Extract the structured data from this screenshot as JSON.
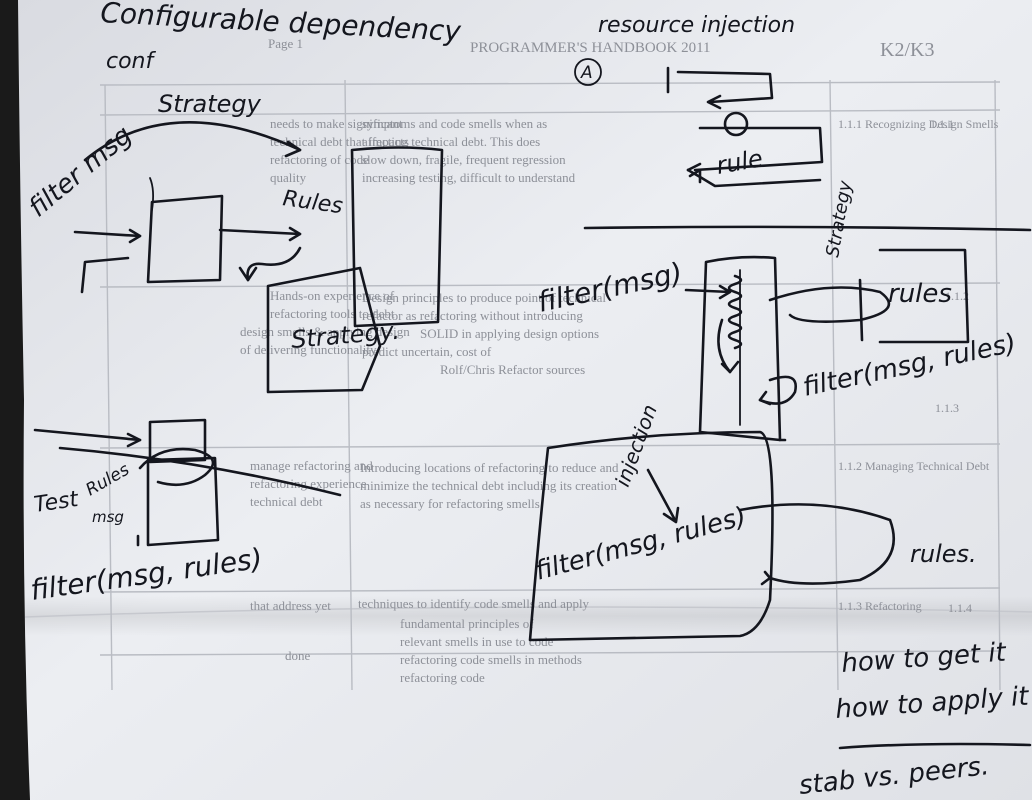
{
  "colors": {
    "paper": "#e8e9ed",
    "ink": "#14161e",
    "printed_text": "#8d9098",
    "background": "#1a1a1a"
  },
  "notes": {
    "top_left_heading": "Configurable dependency",
    "top_left_sub": "conf",
    "left_strategy_arc": "Strategy",
    "left_filter_label": "filter msg",
    "left_rules_label": "Rules",
    "left_strategy_box": "Strategy.",
    "test_label": "Test",
    "test_rules_label": "Rules",
    "test_msg_label": "msg",
    "test_filter_call": "filter(msg, rules)",
    "resource_injection": "resource injection",
    "circle_a": "A",
    "rule_label": "rule",
    "right_filter_msg": "filter(msg)",
    "right_strategy_label": "Strategy",
    "right_rules_box": "rules",
    "right_filter_call": "filter(msg, rules)",
    "injection_label": "injection",
    "bottom_filter_call": "filter(msg, rules)",
    "bottom_rules_label": "rules.",
    "how_to_get": "how to get it",
    "how_to_apply": "how to apply it",
    "stab_vs_peers": "stab vs. peers."
  },
  "printed_page": {
    "header_title": "PROGRAMMER'S HANDBOOK 2011",
    "page_label": "Page 1",
    "row_labels": [
      "1.1.1 Recognizing Design Smells",
      "1.1.2 Managing Technical Debt",
      "1.1.3 Refactoring"
    ],
    "col1_fragments": [
      "symptoms and code smells when as",
      "affecting technical debt. This does",
      "slow down, fragile, frequent regression",
      "increasing testing, difficult to understand"
    ],
    "col1_fragments_mid": [
      "Design principles to produce point of technical",
      "refactor as refactoring without introducing",
      "SOLID in applying design options",
      "predict uncertain, cost of",
      "Rolf/Chris Refactor sources"
    ],
    "col1_fragments_low": [
      "Introducing locations of refactoring to reduce and",
      "minimize the technical debt including its creation",
      "as necessary for refactoring smells"
    ],
    "col1_fragments_bottom": [
      "techniques to identify code smells and apply",
      "fundamental principles of",
      "relevant smells in use to code",
      "refactoring code smells in methods",
      "refactoring code"
    ],
    "col2_fragments": [
      "needs to make significant",
      "technical debt that impacts",
      "refactoring of code",
      "quality",
      "Hands-on experience of",
      "refactoring tools to debt",
      "design smells & applying design",
      "of delivering functionality",
      "manage refactoring and",
      "refactoring experience",
      "technical debt",
      "that address yet",
      "done"
    ],
    "row_numbers": [
      "1.1.1",
      "1.1.2",
      "1.1.3",
      "1.1.4"
    ],
    "corner_mark": "K2/K3"
  }
}
